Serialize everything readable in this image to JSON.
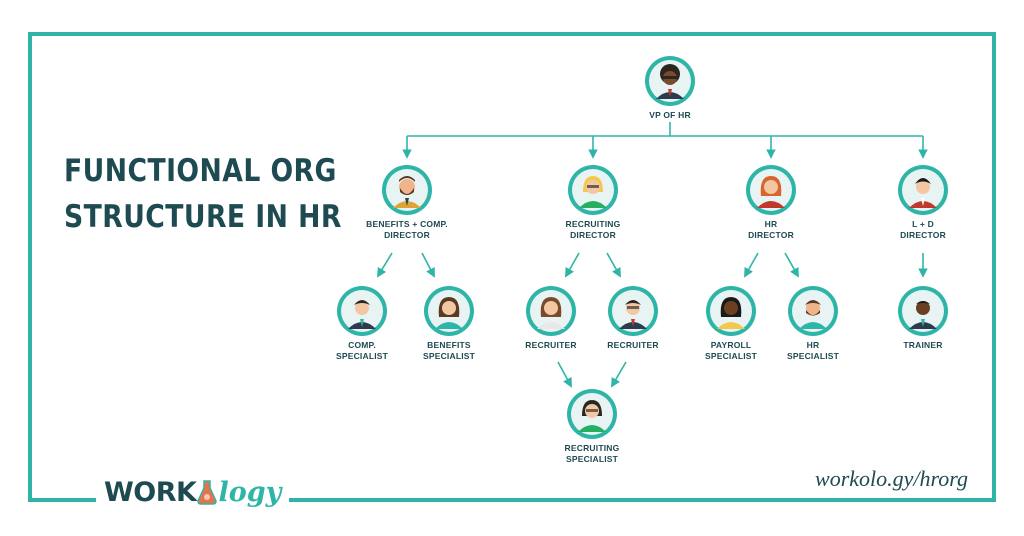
{
  "title": {
    "line1": "FUNCTIONAL ORG",
    "line2": "STRUCTURE IN HR"
  },
  "colors": {
    "frame": "#2fb5a8",
    "text": "#1e4a52",
    "arrow": "#2fb5a8",
    "ring": "#2fb5a8"
  },
  "nodes": {
    "vp": {
      "line1": "VP OF HR",
      "line2": ""
    },
    "benefits_director": {
      "line1": "BENEFITS + COMP.",
      "line2": "DIRECTOR"
    },
    "recruiting_director": {
      "line1": "RECRUITING",
      "line2": "DIRECTOR"
    },
    "hr_director": {
      "line1": "HR",
      "line2": "DIRECTOR"
    },
    "ld_director": {
      "line1": "L + D",
      "line2": "DIRECTOR"
    },
    "comp_specialist": {
      "line1": "COMP.",
      "line2": "SPECIALIST"
    },
    "benefits_specialist": {
      "line1": "BENEFITS",
      "line2": "SPECIALIST"
    },
    "recruiter_1": {
      "line1": "RECRUITER",
      "line2": ""
    },
    "recruiter_2": {
      "line1": "RECRUITER",
      "line2": ""
    },
    "payroll_specialist": {
      "line1": "PAYROLL",
      "line2": "SPECIALIST"
    },
    "hr_specialist": {
      "line1": "HR",
      "line2": "SPECIALIST"
    },
    "trainer": {
      "line1": "TRAINER",
      "line2": ""
    },
    "recruiting_specialist": {
      "line1": "RECRUITING",
      "line2": "SPECIALIST"
    }
  },
  "brand": {
    "work": "WORK",
    "logy": "logy"
  },
  "url": "workolo.gy/hrorg"
}
